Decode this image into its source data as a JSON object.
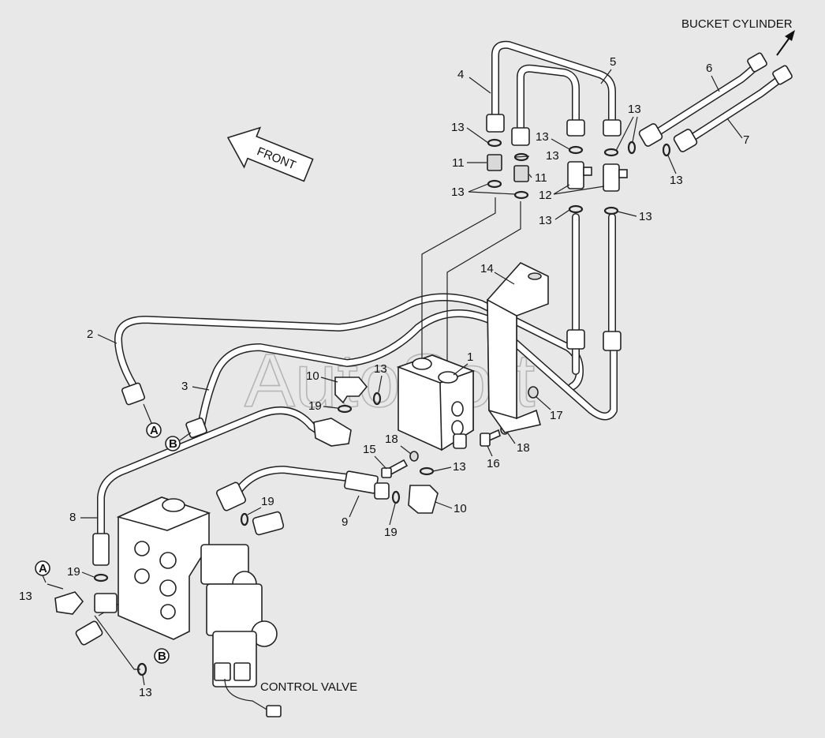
{
  "title_bucket": "BUCKET CYLINDER",
  "front_label": "FRONT",
  "control_valve_label": "CONTROL VALVE",
  "watermark": "AutoSoft",
  "callout_a": "A",
  "callout_b": "B",
  "labels": {
    "n1": "1",
    "n2": "2",
    "n3": "3",
    "n4": "4",
    "n5": "5",
    "n6": "6",
    "n7": "7",
    "n8": "8",
    "n9": "9",
    "n10a": "10",
    "n10b": "10",
    "n11a": "11",
    "n11b": "11",
    "n12": "12",
    "n13": "13",
    "n14": "14",
    "n15": "15",
    "n16": "16",
    "n17": "17",
    "n18": "18",
    "n19": "19"
  }
}
